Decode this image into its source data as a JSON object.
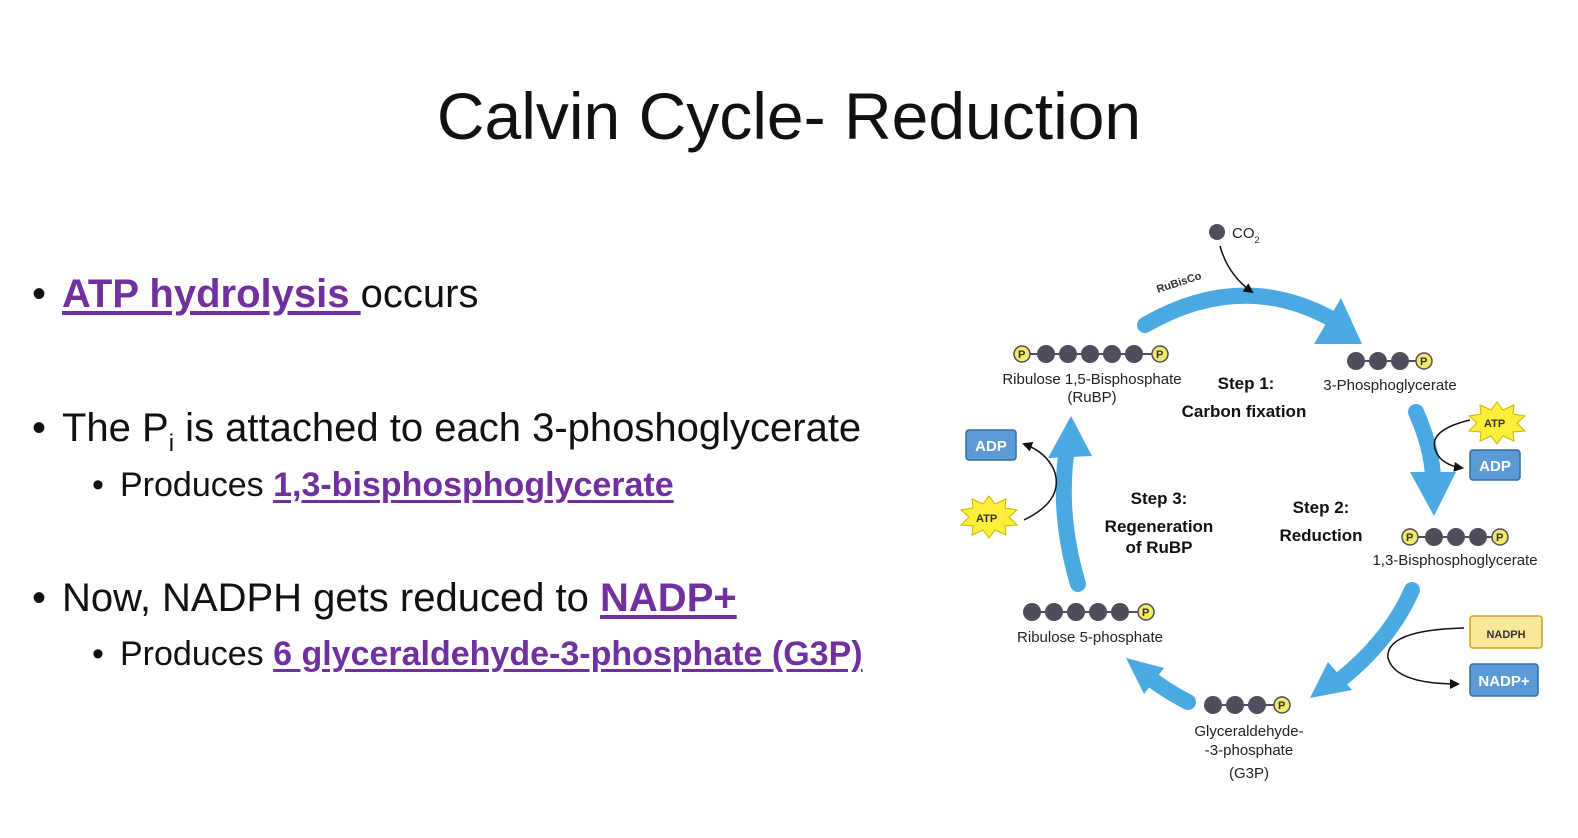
{
  "title": "Calvin Cycle- Reduction",
  "bullets": [
    {
      "term": "ATP hydrolysis ",
      "rest": "occurs"
    },
    {
      "pre": "The P",
      "subscript": "i",
      "post": " is attached to each 3-phoshoglycerate",
      "sub_prefix": "Produces ",
      "sub_term": "1,3-bisphosphoglycerate"
    },
    {
      "pre": "Now, NADPH gets reduced to ",
      "term": "NADP+",
      "sub_prefix": "Produces ",
      "sub_term": "6 glyceraldehyde-3-phosphate (G3P)"
    }
  ],
  "bullet_char": "•",
  "diagram": {
    "co2": "CO",
    "co2_sub": "2",
    "enzyme": "RuBisCo",
    "phosphate_letter": "P",
    "molecules": {
      "rubp": [
        "Ribulose 1,5-Bisphosphate",
        "(RuBP)"
      ],
      "pga": "3-Phosphoglycerate",
      "bpg": "1,3-Bisphosphoglycerate",
      "g3p": [
        "Glyceraldehyde-",
        "-3-phosphate",
        "(G3P)"
      ],
      "r5p": "Ribulose 5-phosphate"
    },
    "steps": {
      "step1": [
        "Step 1:",
        "Carbon fixation"
      ],
      "step2": [
        "Step 2:",
        "Reduction"
      ],
      "step3": [
        "Step 3:",
        "Regeneration",
        "of RuBP"
      ]
    },
    "cofactors": {
      "atp_right": "ATP",
      "adp_right": "ADP",
      "nadph": "NADPH",
      "nadp": "NADP+",
      "atp_left": "ATP",
      "adp_left": "ADP"
    },
    "colors": {
      "arrow": "#4aa9e0",
      "button": "#5b9bd5",
      "nadph": "#fbe79a",
      "phosphate": "#f3ea6a",
      "carbon": "#4e4e5c",
      "atp_star": "#ffef3b",
      "term": "#7030a0"
    }
  }
}
